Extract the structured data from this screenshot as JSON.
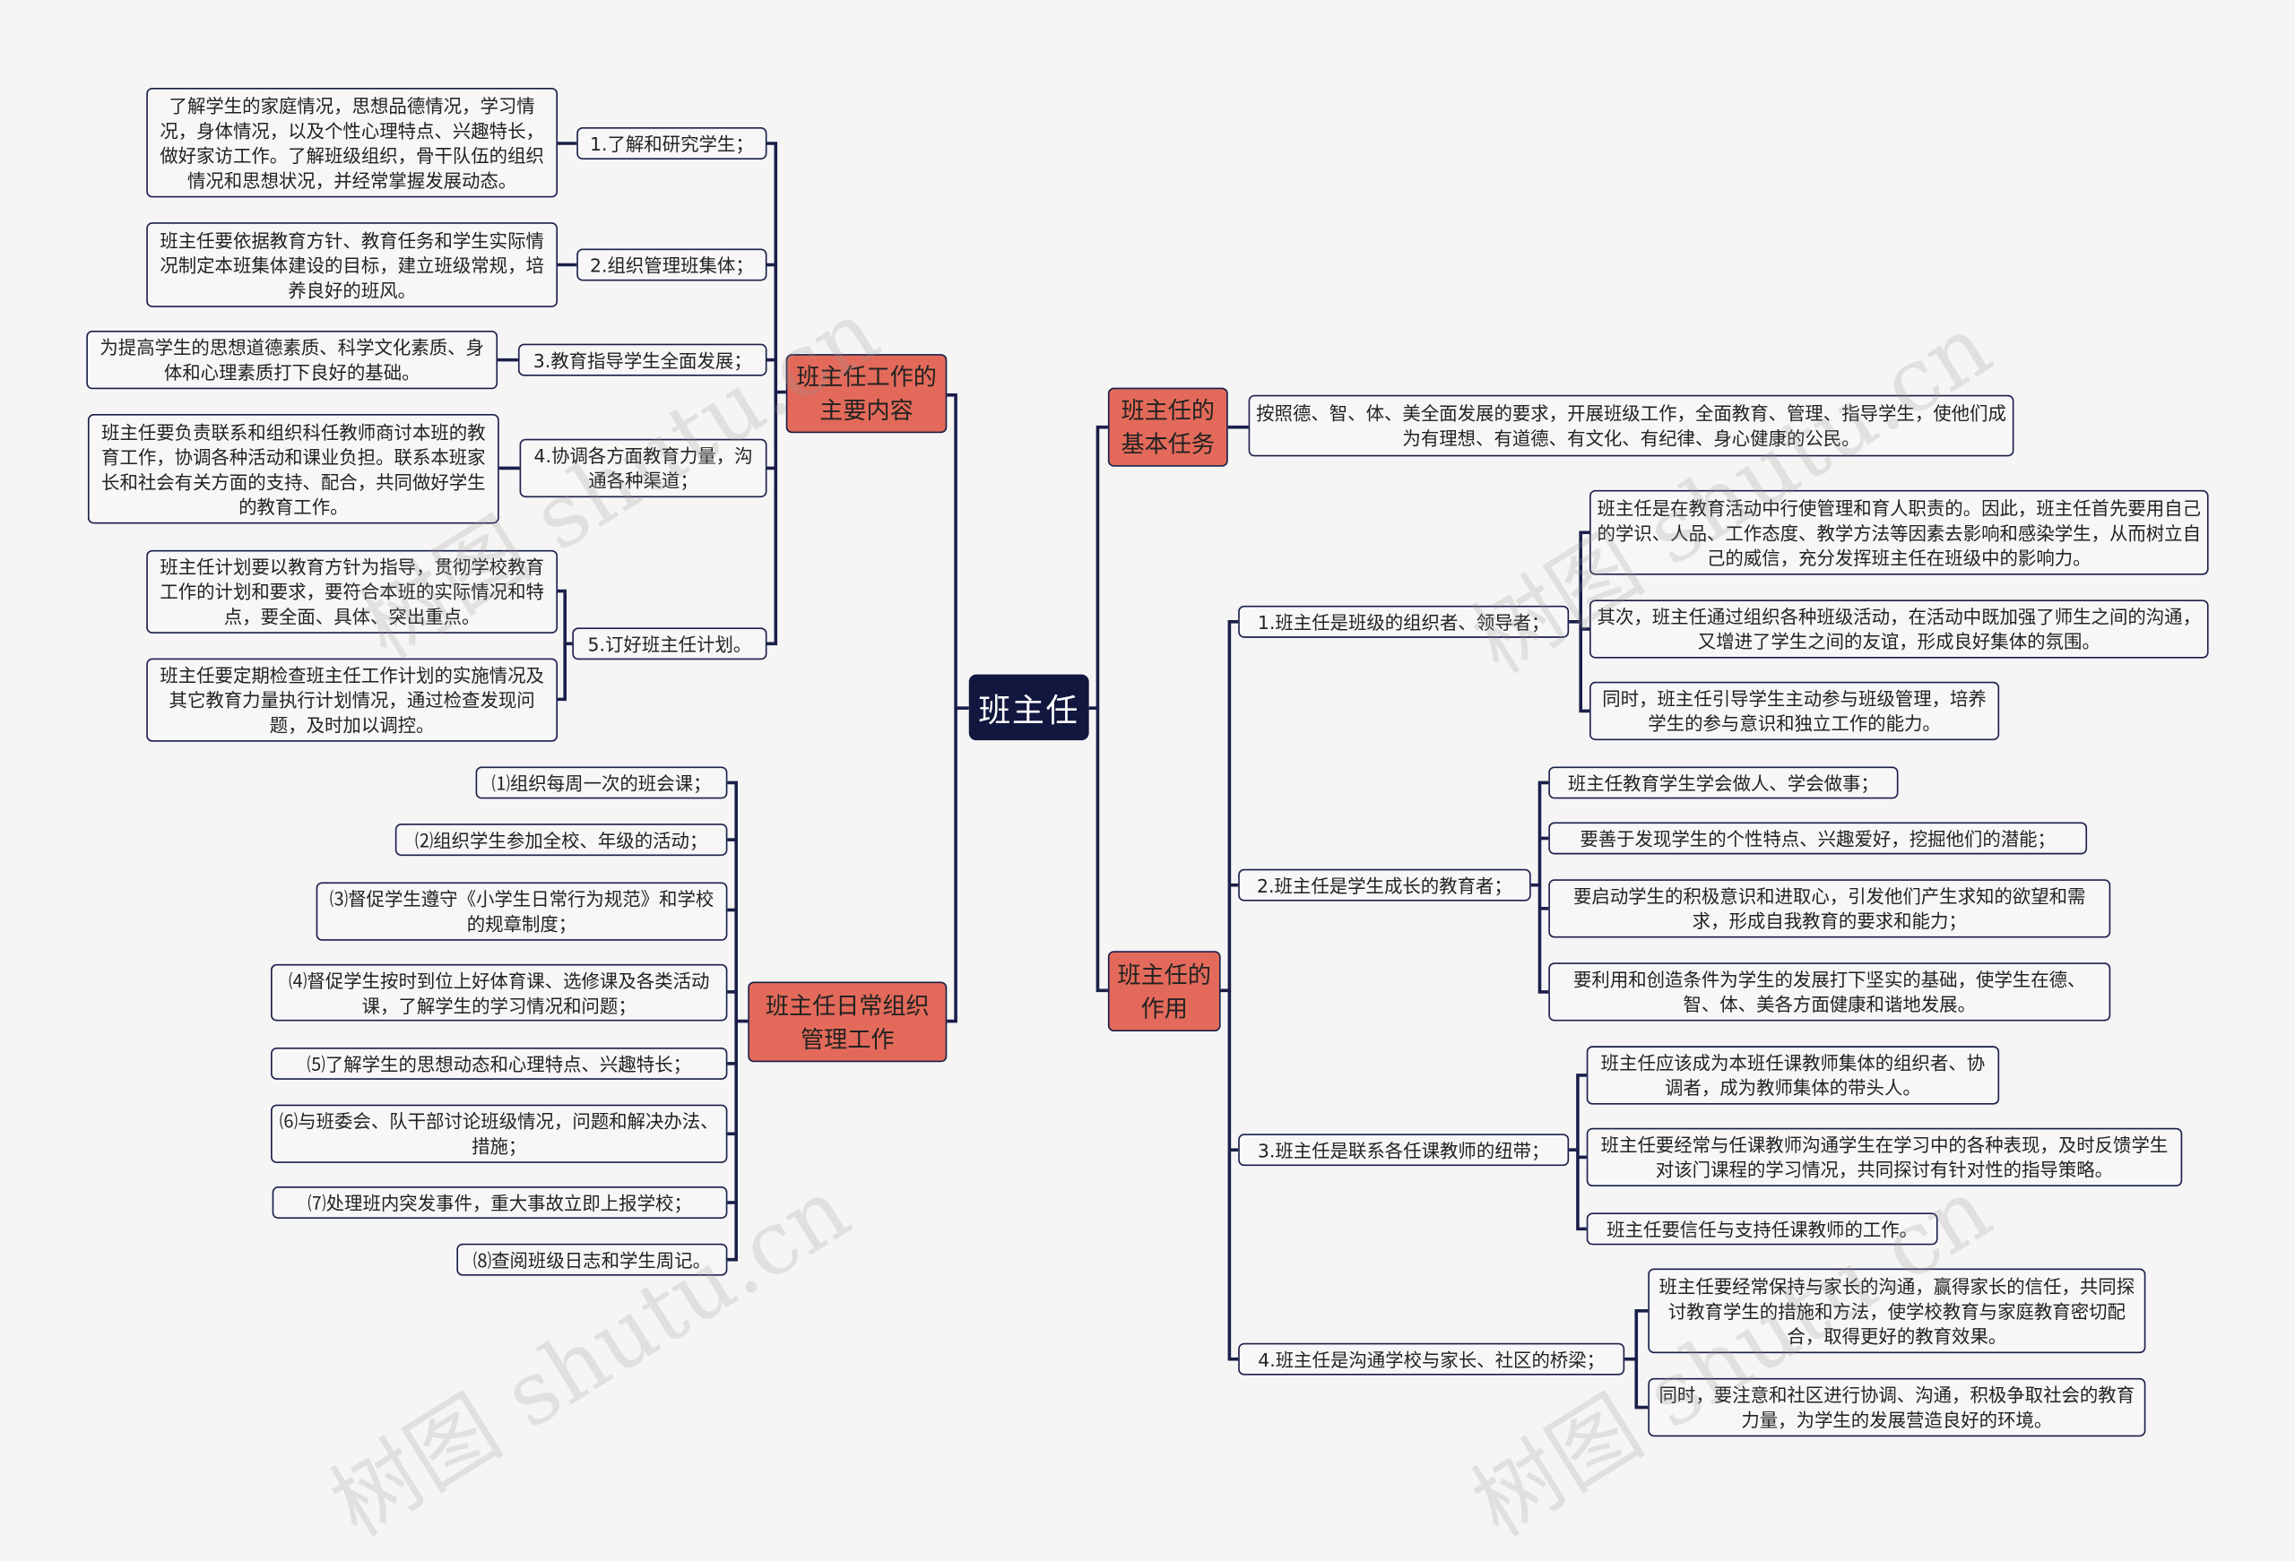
{
  "root": "班主任",
  "watermark": "树图 shutu.cn",
  "branches": {
    "b1": "班主任工作的主要内容",
    "b2": "班主任日常组织管理工作",
    "b3": "班主任的基本任务",
    "b4": "班主任的作用"
  },
  "left_top": {
    "l1": "1.了解和研究学生；",
    "l1d": "了解学生的家庭情况，思想品德情况，学习情况，身体情况，以及个性心理特点、兴趣特长，做好家访工作。了解班级组织，骨干队伍的组织情况和思想状况，并经常掌握发展动态。",
    "l2": "2.组织管理班集体；",
    "l2d": "班主任要依据教育方针、教育任务和学生实际情况制定本班集体建设的目标，建立班级常规，培养良好的班风。",
    "l3": "3.教育指导学生全面发展；",
    "l3d": "为提高学生的思想道德素质、科学文化素质、身体和心理素质打下良好的基础。",
    "l4": "4.协调各方面教育力量，沟通各种渠道；",
    "l4d": "班主任要负责联系和组织科任教师商讨本班的教育工作，协调各种活动和课业负担。联系本班家长和社会有关方面的支持、配合，共同做好学生的教育工作。",
    "l5": "5.订好班主任计划。",
    "l5d1": "班主任计划要以教育方针为指导，贯彻学校教育工作的计划和要求，要符合本班的实际情况和特点，要全面、具体、突出重点。",
    "l5d2": "班主任要定期检查班主任工作计划的实施情况及其它教育力量执行计划情况，通过检查发现问题，及时加以调控。"
  },
  "left_bottom": [
    "⑴组织每周一次的班会课；",
    "⑵组织学生参加全校、年级的活动；",
    "⑶督促学生遵守《小学生日常行为规范》和学校的规章制度；",
    "⑷督促学生按时到位上好体育课、选修课及各类活动课，了解学生的学习情况和问题；",
    "⑸了解学生的思想动态和心理特点、兴趣特长；",
    "⑹与班委会、队干部讨论班级情况，问题和解决办法、措施；",
    "⑺处理班内突发事件，重大事故立即上报学校；",
    "⑻查阅班级日志和学生周记。"
  ],
  "right_top": "按照德、智、体、美全面发展的要求，开展班级工作，全面教育、管理、指导学生，使他们成为有理想、有道德、有文化、有纪律、身心健康的公民。",
  "right_bottom": {
    "r1": "1.班主任是班级的组织者、领导者；",
    "r1a": "班主任是在教育活动中行使管理和育人职责的。因此，班主任首先要用自己的学识、人品、工作态度、教学方法等因素去影响和感染学生，从而树立自己的威信，充分发挥班主任在班级中的影响力。",
    "r1b": "其次，班主任通过组织各种班级活动，在活动中既加强了师生之间的沟通，又增进了学生之间的友谊，形成良好集体的氛围。",
    "r1c": "同时，班主任引导学生主动参与班级管理，培养学生的参与意识和独立工作的能力。",
    "r2": "2.班主任是学生成长的教育者；",
    "r2a": "班主任教育学生学会做人、学会做事；",
    "r2b": "要善于发现学生的个性特点、兴趣爱好，挖掘他们的潜能；",
    "r2c": "要启动学生的积极意识和进取心，引发他们产生求知的欲望和需求，形成自我教育的要求和能力；",
    "r2d": "要利用和创造条件为学生的发展打下坚实的基础，使学生在德、智、体、美各方面健康和谐地发展。",
    "r3": "3.班主任是联系各任课教师的纽带；",
    "r3a": "班主任应该成为本班任课教师集体的组织者、协调者，成为教师集体的带头人。",
    "r3b": "班主任要经常与任课教师沟通学生在学习中的各种表现，及时反馈学生对该门课程的学习情况，共同探讨有针对性的指导策略。",
    "r3c": "班主任要信任与支持任课教师的工作。",
    "r4": "4.班主任是沟通学校与家长、社区的桥梁；",
    "r4a": "班主任要经常保持与家长的沟通，赢得家长的信任，共同探讨教育学生的措施和方法，使学校教育与家庭教育密切配合，取得更好的教育效果。",
    "r4b": "同时，要注意和社区进行协调、沟通，积极争取社会的教育力量，为学生的发展营造良好的环境。"
  },
  "colors": {
    "line": "#1a1f4a",
    "branch_fill": "#e36a5a",
    "root_fill": "#12173f",
    "leaf_fill": "#f7f7f7"
  }
}
